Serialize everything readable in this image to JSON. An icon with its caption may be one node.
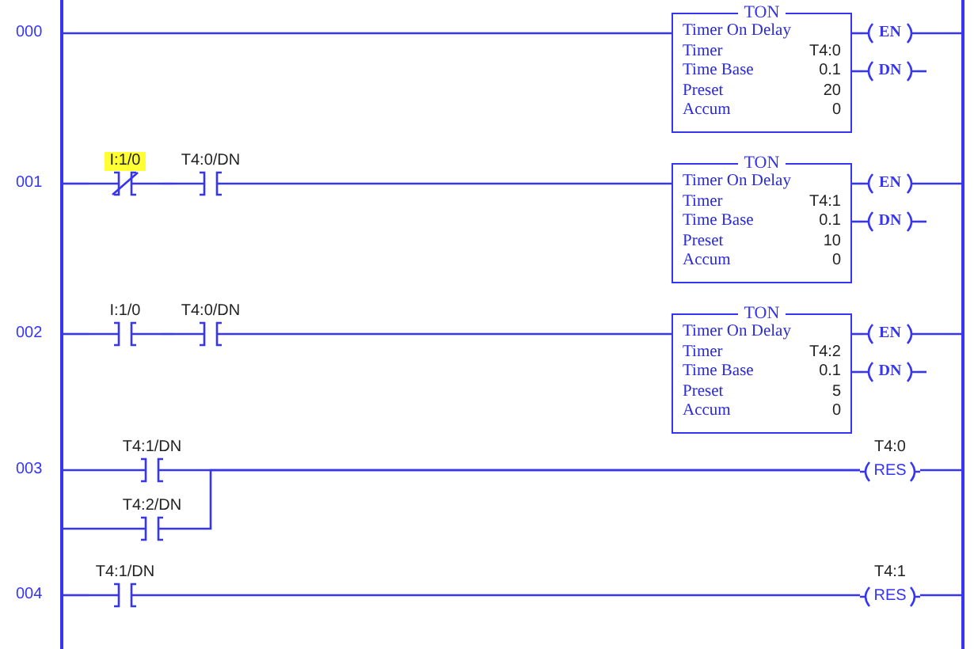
{
  "diagram": {
    "nodes": [
      {
        "text": [],
        "shape": "bar"
      },
      {
        "text": [],
        "shape": "bar"
      },
      {
        "text": [
          "TON",
          "Timer On Delay",
          "Timer",
          "T4:0",
          "Time Base",
          "0.1",
          "Preset",
          "20",
          "Accum",
          "0"
        ]
      },
      {
        "text": [
          "EN"
        ]
      },
      {
        "text": [
          "DN"
        ]
      },
      {
        "text": [
          "I:1/0"
        ]
      },
      {
        "text": [
          "T4:0/DN"
        ]
      },
      {
        "text": [
          "TON",
          "Timer On Delay",
          "Timer",
          "T4:1",
          "Time Base",
          "0.1",
          "Preset",
          "10",
          "Accum",
          "0"
        ]
      },
      {
        "text": [
          "EN"
        ]
      },
      {
        "text": [
          "DN"
        ]
      },
      {
        "text": [
          "I:1/0"
        ]
      },
      {
        "text": [
          "T4:0/DN"
        ]
      },
      {
        "text": [
          "TON",
          "Timer On Delay",
          "Timer",
          "T4:2",
          "Time Base",
          "0.1",
          "Preset",
          "5",
          "Accum",
          "0"
        ]
      },
      {
        "text": [
          "EN"
        ]
      },
      {
        "text": [
          "DN"
        ]
      },
      {
        "text": [
          "T4:1/DN"
        ]
      },
      {
        "text": [
          "T4:2/DN"
        ]
      },
      {
        "text": [
          "T4:0",
          "RES"
        ]
      },
      {
        "text": [
          "T4:1/DN"
        ]
      },
      {
        "text": [
          "T4:1",
          "RES"
        ]
      }
    ],
    "edges": [
      {
        "from": 0,
        "to": 2,
        "arrow": "none"
      },
      {
        "from": 2,
        "to": 3,
        "arrow": "none"
      },
      {
        "from": 3,
        "to": 1,
        "arrow": "none"
      },
      {
        "from": 2,
        "to": 4,
        "arrow": "none"
      },
      {
        "from": 4,
        "to": null,
        "arrow": "none"
      },
      {
        "from": 0,
        "to": 5,
        "arrow": "none"
      },
      {
        "from": 5,
        "to": 6,
        "arrow": "none"
      },
      {
        "from": 6,
        "to": 7,
        "arrow": "none"
      },
      {
        "from": 7,
        "to": 8,
        "arrow": "none"
      },
      {
        "from": 8,
        "to": 1,
        "arrow": "none"
      },
      {
        "from": 7,
        "to": 9,
        "arrow": "none"
      },
      {
        "from": 9,
        "to": null,
        "arrow": "none"
      },
      {
        "from": 0,
        "to": 10,
        "arrow": "none"
      },
      {
        "from": 10,
        "to": 11,
        "arrow": "none"
      },
      {
        "from": 11,
        "to": 12,
        "arrow": "none"
      },
      {
        "from": 12,
        "to": 13,
        "arrow": "none"
      },
      {
        "from": 13,
        "to": 1,
        "arrow": "none"
      },
      {
        "from": 12,
        "to": 14,
        "arrow": "none"
      },
      {
        "from": 14,
        "to": null,
        "arrow": "none"
      },
      {
        "from": 0,
        "to": 15,
        "arrow": "none"
      },
      {
        "from": 0,
        "to": 16,
        "arrow": "none"
      },
      {
        "from": 15,
        "to": 17,
        "arrow": "none"
      },
      {
        "from": 16,
        "to": 17,
        "arrow": "none"
      },
      {
        "from": 17,
        "to": 1,
        "arrow": "none"
      },
      {
        "from": 0,
        "to": 18,
        "arrow": "none"
      },
      {
        "from": 18,
        "to": 19,
        "arrow": "none"
      },
      {
        "from": 19,
        "to": 1,
        "arrow": "none"
      }
    ],
    "labels": [
      "000",
      "001",
      "002",
      "003",
      "004"
    ]
  }
}
